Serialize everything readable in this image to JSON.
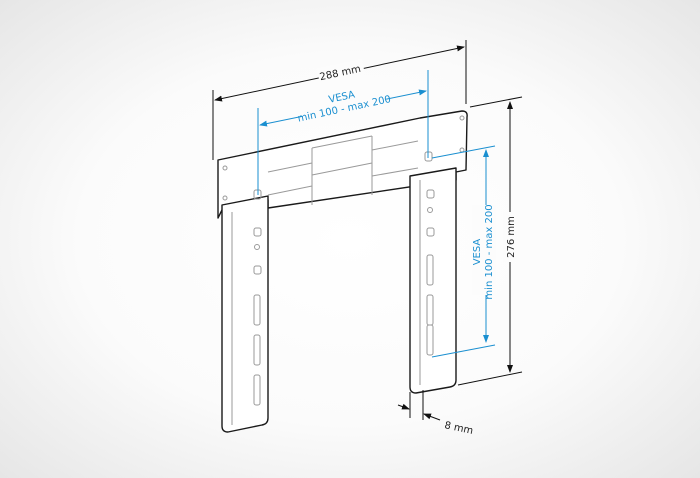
{
  "title": "TV wall mount bracket dimensions",
  "dimensions": {
    "width": "288 mm",
    "height": "276 mm",
    "depth": "8 mm",
    "vesa_horizontal": {
      "label": "VESA",
      "range": "min 100 - max 200"
    },
    "vesa_vertical": {
      "label": "VESA",
      "range": "min 100 - max 200"
    }
  },
  "colors": {
    "outline": "#1a1a1a",
    "vesa": "#1a8fd0",
    "detail": "#9a9a9a"
  }
}
